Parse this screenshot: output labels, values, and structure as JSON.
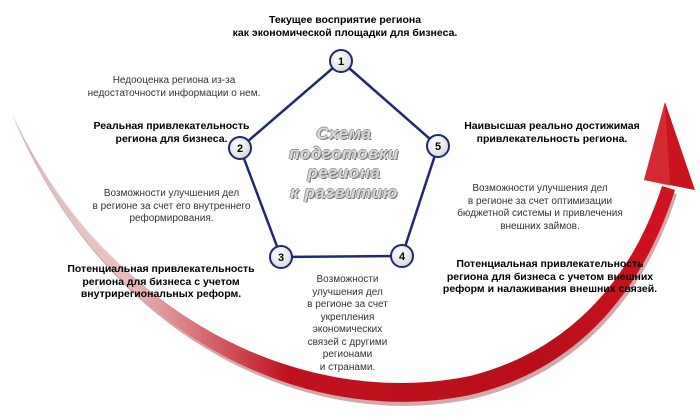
{
  "center_title": "Схема\nподготовки\nрегиона\nк  развитию",
  "nodes": [
    {
      "number": "1"
    },
    {
      "number": "2"
    },
    {
      "number": "3"
    },
    {
      "number": "4"
    },
    {
      "number": "5"
    }
  ],
  "labels": {
    "top_title": "Текущее восприятие региона\nкак экономической площадки для бизнеса.",
    "underestimation": "Недооценка  региона из-за\nнедостаточности информации о нем.",
    "real_attractiveness": "Реальная привлекательность\nрегиона для бизнеса.",
    "internal_reform": "Возможности улучшения дел\nв регионе за счет его внутреннего\nреформирования.",
    "potential_interregional": "Потенциальная привлекательность\nрегиона для бизнеса с учетом\nвнутрирегиональных реформ.",
    "ties_improvement": "Возможности\nулучшения дел\nв регионе за счет\nукрепления\nэкономических\nсвязей с другими\nрегионами\nи странами.",
    "potential_external": "Потенциальная привлекательность\nрегиона для бизнеса с учетом внешних\nреформ и налаживания внешних связей.",
    "highest_attractiveness": "Наивысшая реально достижимая\nпривлекательность региона.",
    "budget_optimization": "Возможности улучшения дел\nв регионе за счет оптимизации\nбюджетной системы и привлечения\nвнешних займов."
  },
  "colors": {
    "pentagon": "#1f2a6e",
    "arrow_red": "#c0121c",
    "arrow_dark": "#7a0a10",
    "node_fill": "#f4f4f4",
    "node_stroke": "#1f2a6e"
  }
}
